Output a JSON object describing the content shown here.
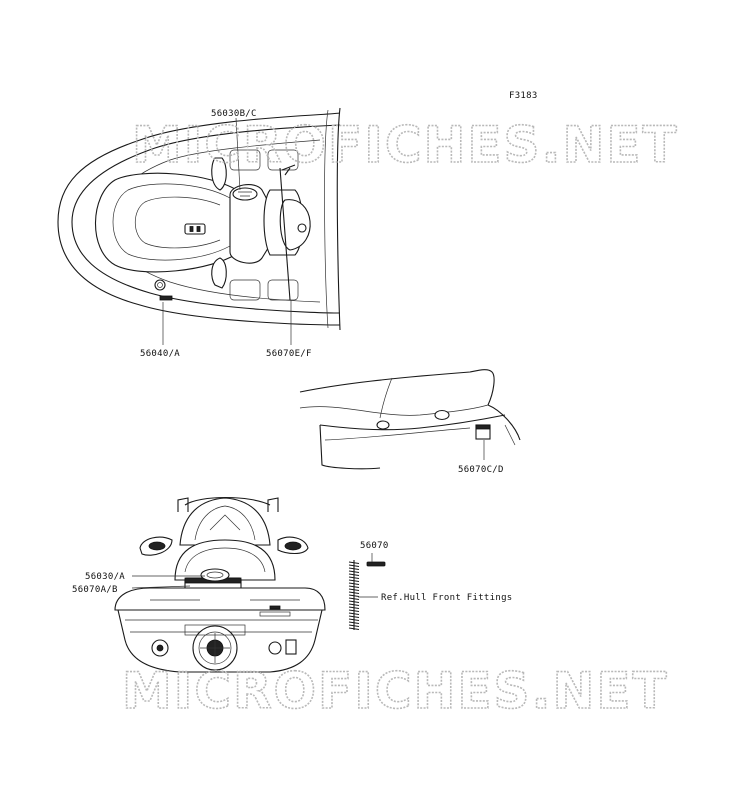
{
  "figure_code": "F3183",
  "watermark": {
    "text": "MICROFICHES.NET",
    "color": "#b9b9b9"
  },
  "callouts": {
    "top_view_seat_decal": "56030B/C",
    "top_view_front_label": "56040/A",
    "top_view_handlebar_label": "56070E/F",
    "side_view_label": "56070C/D",
    "rear_view_label_1": "56030/A",
    "rear_view_label_2": "56070A/B",
    "reference_part": "56070",
    "reference_note": "Ref.Hull Front Fittings"
  }
}
